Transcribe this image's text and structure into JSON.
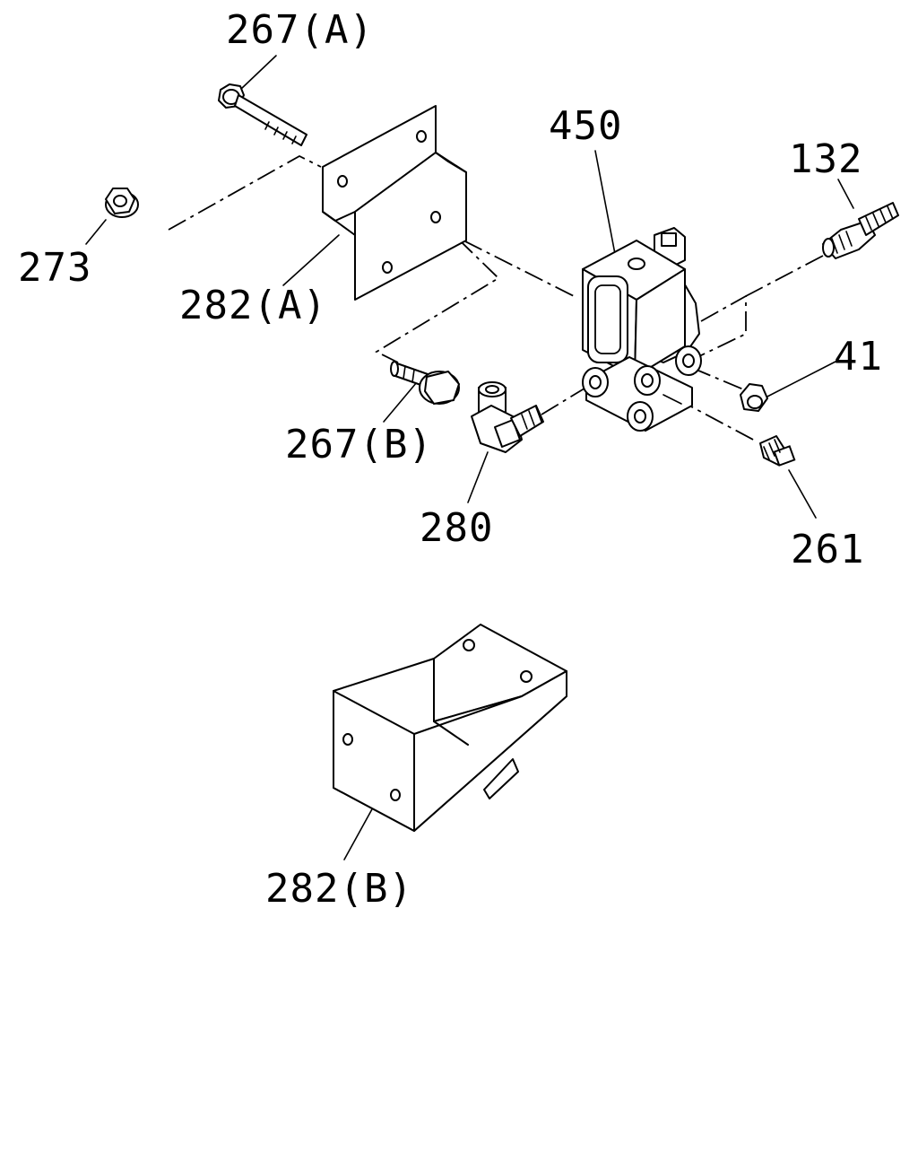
{
  "diagram": {
    "type": "exploded-parts-drawing",
    "callouts": [
      {
        "id": "267a",
        "label": "267(A)"
      },
      {
        "id": "273",
        "label": "273"
      },
      {
        "id": "282a",
        "label": "282(A)"
      },
      {
        "id": "450",
        "label": "450"
      },
      {
        "id": "132",
        "label": "132"
      },
      {
        "id": "41",
        "label": "41"
      },
      {
        "id": "267b",
        "label": "267(B)"
      },
      {
        "id": "280",
        "label": "280"
      },
      {
        "id": "261",
        "label": "261"
      },
      {
        "id": "282b",
        "label": "282(B)"
      }
    ]
  }
}
